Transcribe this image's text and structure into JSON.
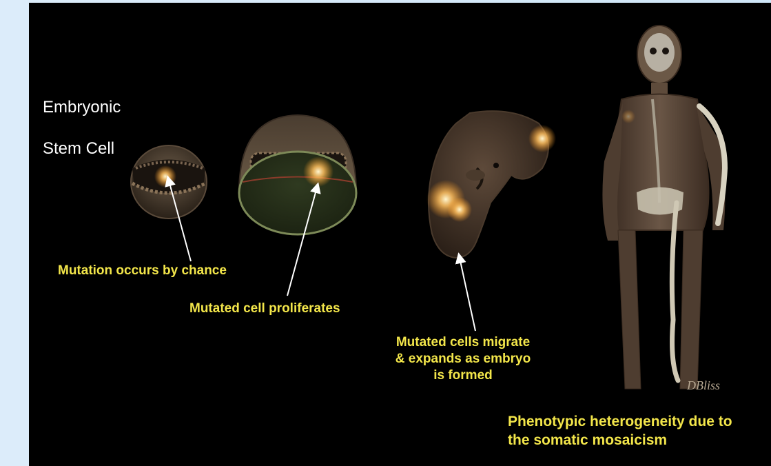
{
  "diagram": {
    "title_line1": "Embryonic",
    "title_line2": "Stem Cell",
    "stage1_label": "Mutation occurs by chance",
    "stage2_label": "Mutated cell proliferates",
    "stage3_label_line1": "Mutated cells migrate",
    "stage3_label_line2": "& expands as embryo",
    "stage3_label_line3": "is formed",
    "stage4_label_line1": "Phenotypic heterogeneity due to",
    "stage4_label_line2": "the somatic mosaicism",
    "signature": "DBliss"
  },
  "colors": {
    "label": "#f3e64a",
    "glow": "#ffc060",
    "background": "#000000",
    "frame": "#cfe6f8"
  }
}
